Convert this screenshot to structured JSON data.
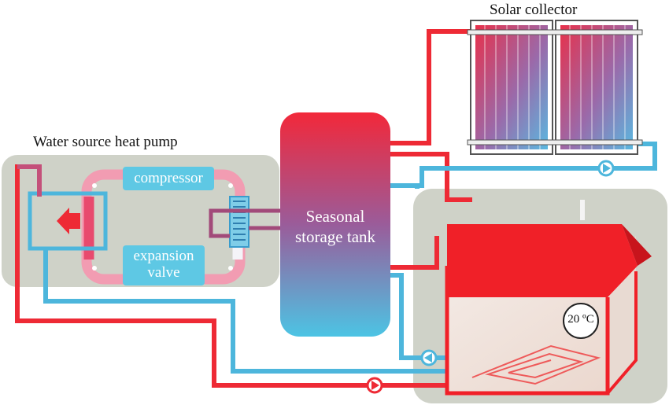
{
  "labels": {
    "solar_collector": "Solar collector",
    "heat_pump": "Water source heat pump",
    "compressor": "compressor",
    "expansion_line1": "expansion",
    "expansion_line2": "valve",
    "tank_line1": "Seasonal",
    "tank_line2": "storage tank",
    "temperature": "20 ºC"
  },
  "colors": {
    "hot_pipe": "#ee2a35",
    "cold_pipe": "#4db6dc",
    "panel_bg": "#cfd2c8",
    "house_red": "#f02028",
    "house_wall": "#f2e4dc",
    "label_box": "#5ec8e4"
  },
  "icons": [
    "pump-icon",
    "heat-arrow-icon",
    "heat-exchanger-icon",
    "floor-heating-coil-icon"
  ]
}
